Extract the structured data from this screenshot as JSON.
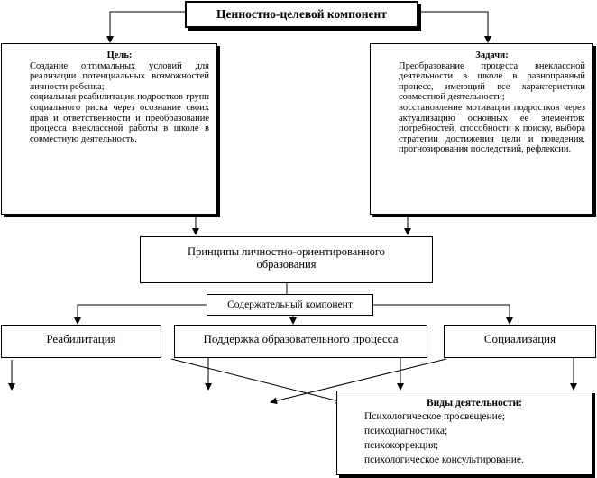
{
  "diagram": {
    "value_component": {
      "title": "Ценностно-целевой компонент"
    },
    "goal": {
      "title": "Цель:",
      "lines": [
        "Создание оптимальных условий для реализации потенциальных возможностей личности ребенка;",
        "социальная реабилитация подростков групп социального риска через осознание своих прав и ответственности и преобразование процесса внеклассной работы в школе в совместную деятельность."
      ]
    },
    "tasks": {
      "title": "Задачи:",
      "lines": [
        "Преобразование процесса внеклассной деятельности в школе в равноправный процесс, имеющий все характеристики совместной деятельности;",
        "восстановление мотивации подростков через актуализацию основных ее элементов: потребностей, способности к поиску, выбора стратегии достижения цели и поведения, прогнозирования последствий, рефлексии."
      ]
    },
    "principles": {
      "title": "Принципы личностно-ориентированного образования"
    },
    "content_component": {
      "title": "Содержательный компонент"
    },
    "rehabilitation": {
      "title": "Реабилитация"
    },
    "support": {
      "title": "Поддержка образовательного процесса"
    },
    "socialization": {
      "title": "Социализация"
    },
    "activities": {
      "title": "Виды деятельности:",
      "items": [
        "Психологическое просвещение;",
        "психодиагностика;",
        "психокоррекция;",
        "психологическое консультирование."
      ]
    }
  }
}
